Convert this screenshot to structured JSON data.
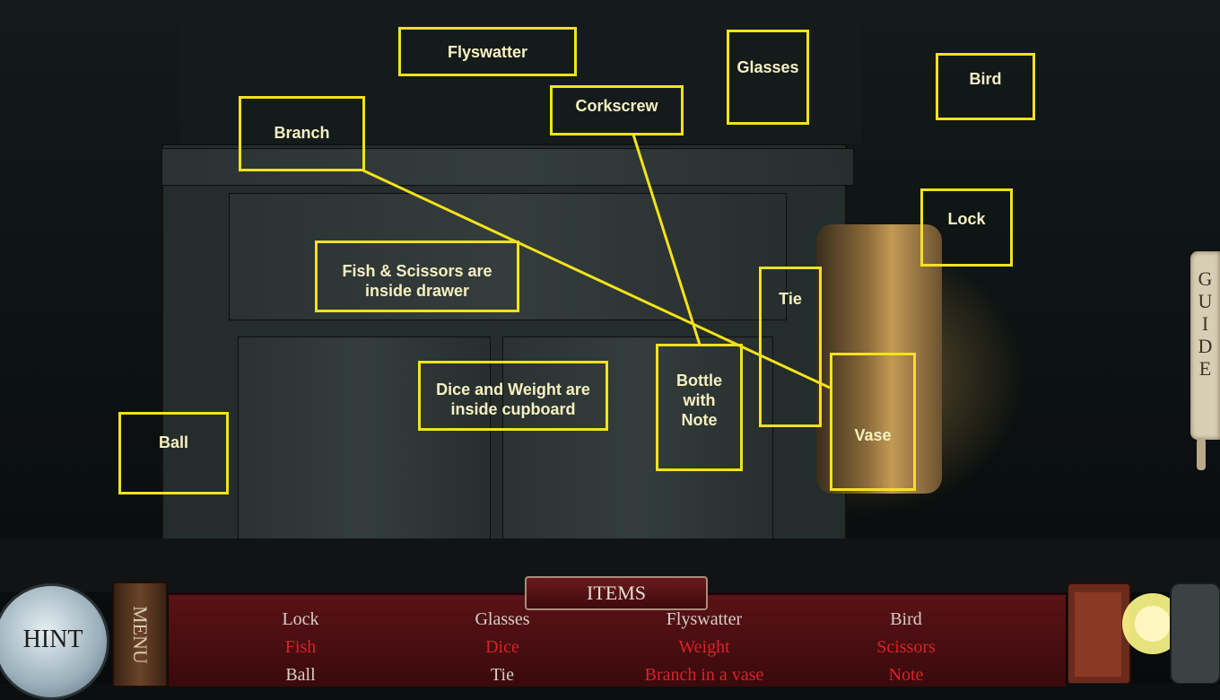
{
  "scene": {
    "labels": {
      "flyswatter": "Flyswatter",
      "glasses": "Glasses",
      "bird": "Bird",
      "corkscrew": "Corkscrew",
      "branch": "Branch",
      "lock": "Lock",
      "fish_scissors": [
        "Fish & Scissors are",
        "inside drawer"
      ],
      "tie": "Tie",
      "dice_weight": [
        "Dice and Weight are",
        "inside cupboard"
      ],
      "bottle": [
        "Bottle",
        "with",
        "Note"
      ],
      "vase": "Vase",
      "ball": "Ball"
    },
    "annotation_color": "#f3e21b"
  },
  "guide": {
    "letters": [
      "G",
      "U",
      "I",
      "D",
      "E"
    ]
  },
  "hud": {
    "hint_label": "HINT",
    "menu_label": "MENU",
    "items_title": "ITEMS",
    "rows": [
      [
        {
          "label": "Lock",
          "state": "found"
        },
        {
          "label": "Glasses",
          "state": "found"
        },
        {
          "label": "Flyswatter",
          "state": "found"
        },
        {
          "label": "Bird",
          "state": "found"
        }
      ],
      [
        {
          "label": "Fish",
          "state": "hidden"
        },
        {
          "label": "Dice",
          "state": "hidden"
        },
        {
          "label": "Weight",
          "state": "hidden"
        },
        {
          "label": "Scissors",
          "state": "hidden"
        }
      ],
      [
        {
          "label": "Ball",
          "state": "found"
        },
        {
          "label": "Tie",
          "state": "found"
        },
        {
          "label": "Branch in a vase",
          "state": "hidden"
        },
        {
          "label": "Note",
          "state": "hidden"
        }
      ]
    ],
    "colors": {
      "found": "#d8d0c4",
      "hidden": "#d8232a"
    }
  }
}
